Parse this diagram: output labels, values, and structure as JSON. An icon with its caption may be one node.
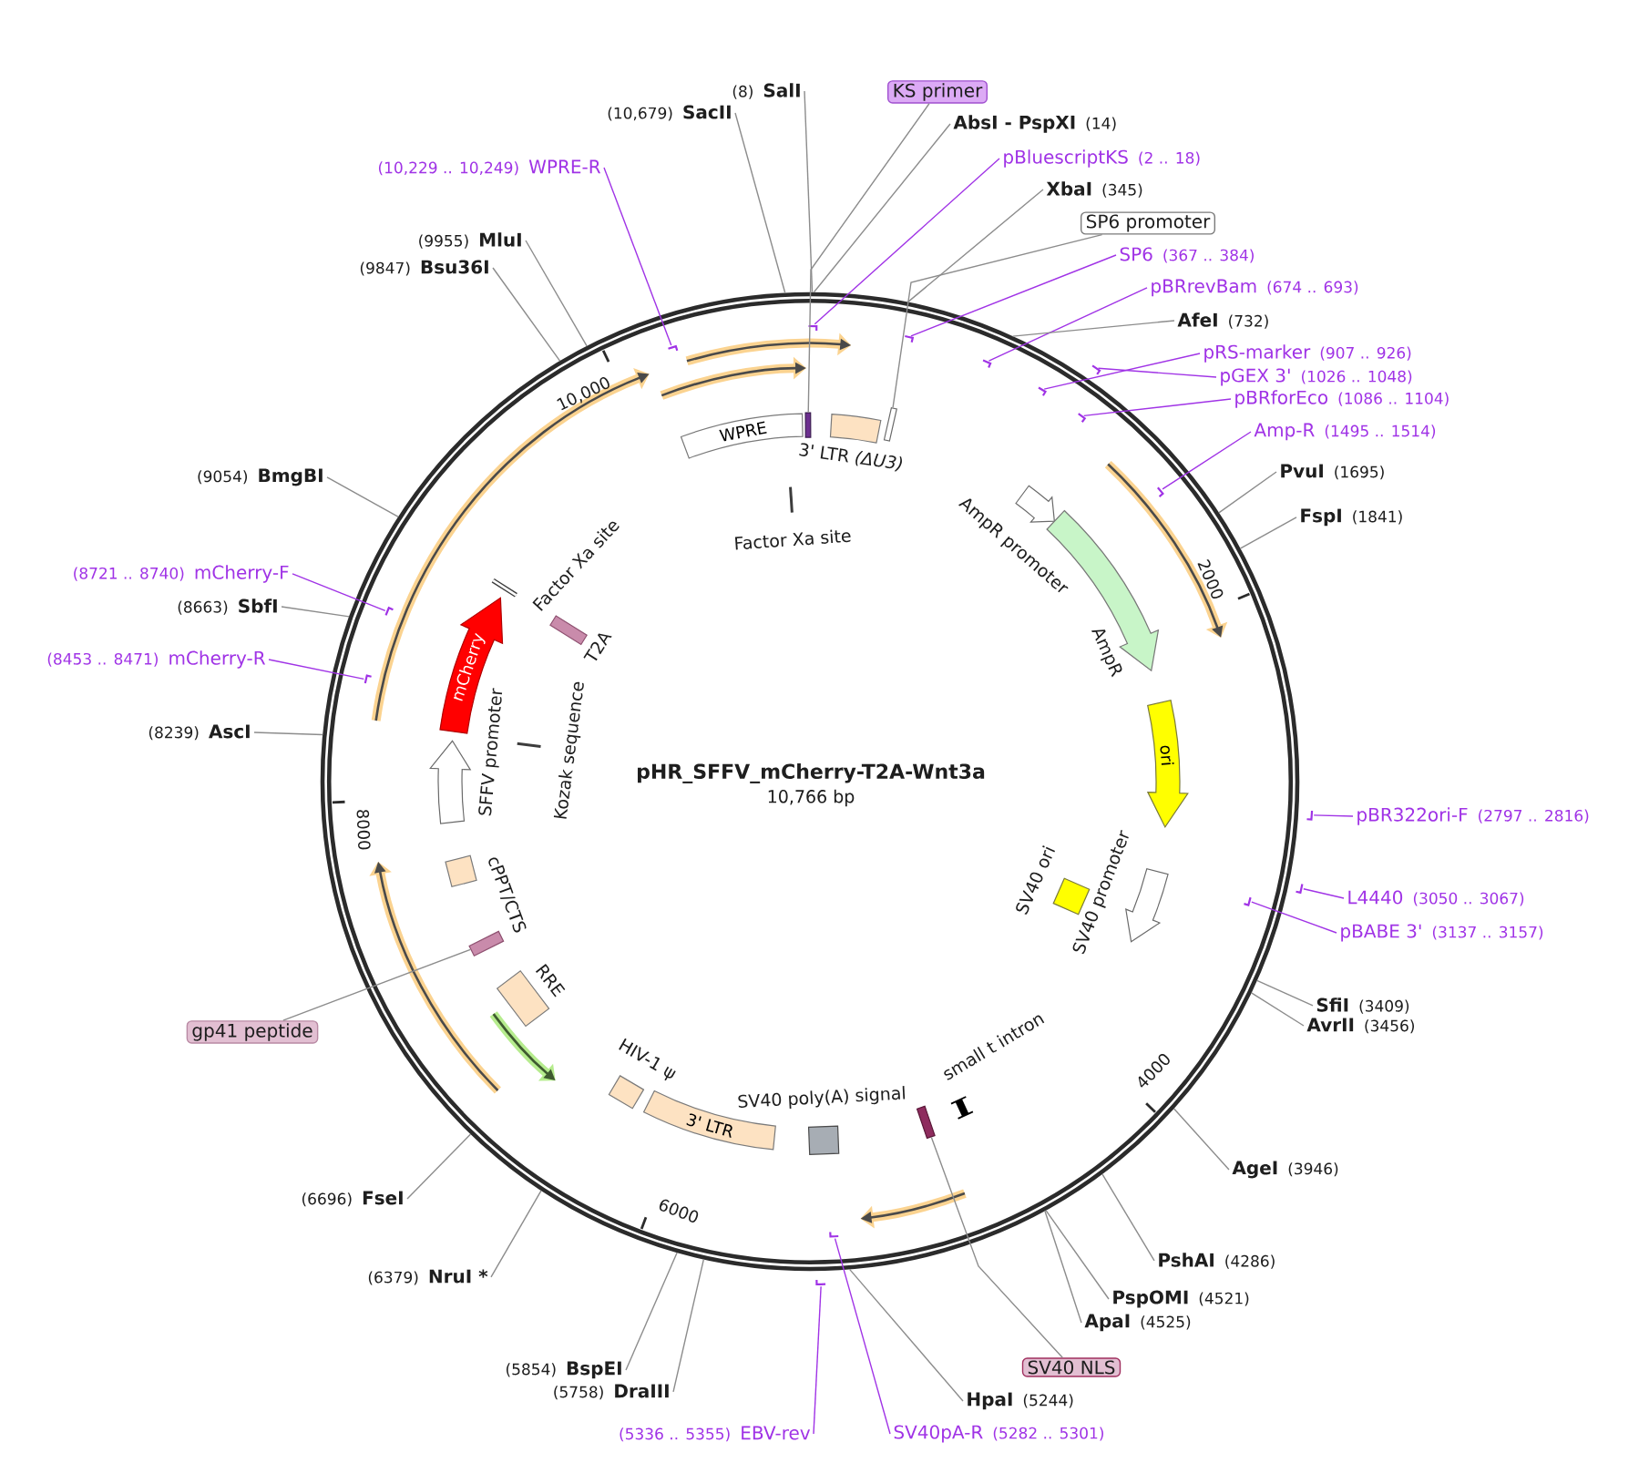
{
  "diagram": {
    "title": "pHR_SFFV_mCherry-T2A-Wnt3a",
    "nodes": [
      {
        "text": [
          "(8)",
          "SalI"
        ]
      },
      {
        "text": [
          "KS primer"
        ]
      },
      {
        "text": [
          "(10,679)",
          "SacII"
        ]
      },
      {
        "text": [
          "AbsI - PspXI",
          "(14)"
        ]
      },
      {
        "text": [
          "pBluescriptKS",
          "(2 .. 18)"
        ]
      },
      {
        "text": [],
        "shape": "bar"
      },
      {
        "text": [
          "(10,229 .. 10,249)",
          "WPRE-R"
        ]
      },
      {
        "text": [],
        "shape": "bar"
      },
      {
        "text": [
          "XbaI",
          "(345)"
        ]
      },
      {
        "text": [
          "SP6 promoter"
        ]
      },
      {
        "text": [
          "(9955)",
          "MluI"
        ]
      },
      {
        "text": [
          "SP6",
          "(367 .. 384)"
        ]
      },
      {
        "text": [],
        "shape": "bar"
      },
      {
        "text": [
          "(9847)",
          "Bsu36I"
        ]
      },
      {
        "text": [
          "pBRrevBam",
          "(674 .. 693)"
        ]
      },
      {
        "text": [],
        "shape": "bar"
      },
      {
        "text": [
          "AfeI",
          "(732)"
        ]
      },
      {
        "text": [
          "pRS-marker",
          "(907 .. 926)"
        ]
      },
      {
        "text": [],
        "shape": "bar"
      },
      {
        "text": [
          "pGEX 3'",
          "(1026 .. 1048)"
        ]
      },
      {
        "text": [],
        "shape": "bar"
      },
      {
        "text": [
          "pBRforEco",
          "(1086 .. 1104)"
        ]
      },
      {
        "text": [],
        "shape": "bar"
      },
      {
        "text": [
          "Amp-R",
          "(1495 .. 1514)"
        ]
      },
      {
        "text": [],
        "shape": "bar"
      },
      {
        "text": [
          "PvuI",
          "(1695)"
        ]
      },
      {
        "text": [
          "(9054)",
          "BmgBI"
        ]
      },
      {
        "text": [
          "FspI",
          "(1841)"
        ]
      },
      {
        "text": [
          "(8721 .. 8740)",
          "mCherry-F"
        ]
      },
      {
        "text": [],
        "shape": "bar"
      },
      {
        "text": [
          "(8663)",
          "SbfI"
        ]
      },
      {
        "text": [
          "(8453 .. 8471)",
          "mCherry-R"
        ]
      },
      {
        "text": [],
        "shape": "bar"
      },
      {
        "text": [
          "(8239)",
          "AscI"
        ]
      },
      {
        "text": [
          "pBR322ori-F",
          "(2797 .. 2816)"
        ]
      },
      {
        "text": [],
        "shape": "bar"
      },
      {
        "text": [
          "L4440",
          "(3050 .. 3067)"
        ]
      },
      {
        "text": [],
        "shape": "bar"
      },
      {
        "text": [
          "pBABE 3'",
          "(3137 .. 3157)"
        ]
      },
      {
        "text": [],
        "shape": "bar"
      },
      {
        "text": [
          "SfiI",
          "(3409)"
        ]
      },
      {
        "text": [
          "AvrII",
          "(3456)"
        ]
      },
      {
        "text": [
          "gp41 peptide"
        ]
      },
      {
        "text": [
          "AgeI",
          "(3946)"
        ]
      },
      {
        "text": [
          "(6696)",
          "FseI"
        ]
      },
      {
        "text": [
          "PshAI",
          "(4286)"
        ]
      },
      {
        "text": [
          "(6379)",
          "NruI *"
        ]
      },
      {
        "text": [
          "PspOMI",
          "(4521)"
        ]
      },
      {
        "text": [
          "ApaI",
          "(4525)"
        ]
      },
      {
        "text": [
          "SV40 NLS"
        ]
      },
      {
        "text": [
          "(5854)",
          "BspEI"
        ]
      },
      {
        "text": [
          "(5758)",
          "DraIII"
        ]
      },
      {
        "text": [
          "HpaI",
          "(5244)"
        ]
      },
      {
        "text": [
          "(5336 .. 5355)",
          "EBV-rev"
        ]
      },
      {
        "text": [],
        "shape": "bar"
      },
      {
        "text": [
          "SV40pA-R",
          "(5282 .. 5301)"
        ]
      },
      {
        "text": [],
        "shape": "bar"
      },
      {
        "text": [
          "WPRE"
        ]
      },
      {
        "text": [],
        "shape": "bar"
      },
      {
        "text": [
          "3' LTR *(ΔU3)*"
        ]
      },
      {
        "text": [],
        "shape": "bar"
      },
      {
        "text": [
          "Factor Xa site"
        ]
      },
      {
        "text": [
          "AmpR promoter"
        ]
      },
      {
        "text": [
          "AmpR"
        ]
      },
      {
        "text": [
          "ori"
        ]
      },
      {
        "text": [
          "SV40 ori"
        ]
      },
      {
        "text": [
          "SV40 promoter"
        ]
      },
      {
        "text": [
          "small t intron"
        ]
      },
      {
        "text": [],
        "shape": "bar"
      },
      {
        "text": [
          "SV40 poly(A) signal"
        ]
      },
      {
        "text": [
          "3' LTR"
        ]
      },
      {
        "text": [
          "HIV-1 ψ"
        ]
      },
      {
        "text": [
          "RRE"
        ]
      },
      {
        "text": [],
        "shape": "bar"
      },
      {
        "text": [
          "cPPT/CTS"
        ]
      },
      {
        "text": [
          "SFFV promoter"
        ]
      },
      {
        "text": [
          "Kozak sequence"
        ]
      },
      {
        "text": [
          "mCherry"
        ]
      },
      {
        "text": [
          "T2A"
        ]
      },
      {
        "text": [
          "Factor Xa site"
        ]
      }
    ],
    "edges": [
      {
        "from": 0,
        "to": null,
        "arrow": "none"
      },
      {
        "from": 1,
        "to": 58,
        "arrow": "none"
      },
      {
        "from": 2,
        "to": null,
        "arrow": "none"
      },
      {
        "from": 3,
        "to": null,
        "arrow": "none"
      },
      {
        "from": 4,
        "to": 5,
        "arrow": "none",
        "color": "#a033e6"
      },
      {
        "from": 6,
        "to": 7,
        "arrow": "none",
        "color": "#a033e6"
      },
      {
        "from": 8,
        "to": null,
        "arrow": "none"
      },
      {
        "from": 9,
        "to": 60,
        "arrow": "none"
      },
      {
        "from": 10,
        "to": null,
        "arrow": "none"
      },
      {
        "from": 11,
        "to": 12,
        "arrow": "none",
        "color": "#a033e6"
      },
      {
        "from": 13,
        "to": null,
        "arrow": "none"
      },
      {
        "from": 14,
        "to": 15,
        "arrow": "none",
        "color": "#a033e6"
      },
      {
        "from": 16,
        "to": null,
        "arrow": "none"
      },
      {
        "from": 17,
        "to": 18,
        "arrow": "none",
        "color": "#a033e6"
      },
      {
        "from": 19,
        "to": 20,
        "arrow": "none",
        "color": "#a033e6"
      },
      {
        "from": 21,
        "to": 22,
        "arrow": "none",
        "color": "#a033e6"
      },
      {
        "from": 23,
        "to": 24,
        "arrow": "none",
        "color": "#a033e6"
      },
      {
        "from": 25,
        "to": null,
        "arrow": "none"
      },
      {
        "from": 26,
        "to": null,
        "arrow": "none"
      },
      {
        "from": 27,
        "to": null,
        "arrow": "none"
      },
      {
        "from": 28,
        "to": 29,
        "arrow": "none",
        "color": "#a033e6"
      },
      {
        "from": 30,
        "to": null,
        "arrow": "none"
      },
      {
        "from": 31,
        "to": 32,
        "arrow": "none",
        "color": "#a033e6"
      },
      {
        "from": 33,
        "to": null,
        "arrow": "none"
      },
      {
        "from": 34,
        "to": 35,
        "arrow": "none",
        "color": "#a033e6"
      },
      {
        "from": 36,
        "to": 37,
        "arrow": "none",
        "color": "#a033e6"
      },
      {
        "from": 38,
        "to": 39,
        "arrow": "none",
        "color": "#a033e6"
      },
      {
        "from": 40,
        "to": null,
        "arrow": "none"
      },
      {
        "from": 41,
        "to": null,
        "arrow": "none"
      },
      {
        "from": 42,
        "to": 73,
        "arrow": "none"
      },
      {
        "from": 43,
        "to": null,
        "arrow": "none"
      },
      {
        "from": 44,
        "to": null,
        "arrow": "none"
      },
      {
        "from": 45,
        "to": null,
        "arrow": "none"
      },
      {
        "from": 46,
        "to": null,
        "arrow": "none"
      },
      {
        "from": 47,
        "to": null,
        "arrow": "none"
      },
      {
        "from": 48,
        "to": null,
        "arrow": "none"
      },
      {
        "from": 49,
        "to": 68,
        "arrow": "none"
      },
      {
        "from": 50,
        "to": null,
        "arrow": "none"
      },
      {
        "from": 51,
        "to": null,
        "arrow": "none"
      },
      {
        "from": 52,
        "to": null,
        "arrow": "none"
      },
      {
        "from": 53,
        "to": 54,
        "arrow": "none",
        "color": "#a033e6"
      },
      {
        "from": 55,
        "to": 56,
        "arrow": "none",
        "color": "#a033e6"
      }
    ],
    "labels": [
      "10,766 bp",
      "2000",
      "4000",
      "6000",
      "8000",
      "10,000"
    ]
  }
}
